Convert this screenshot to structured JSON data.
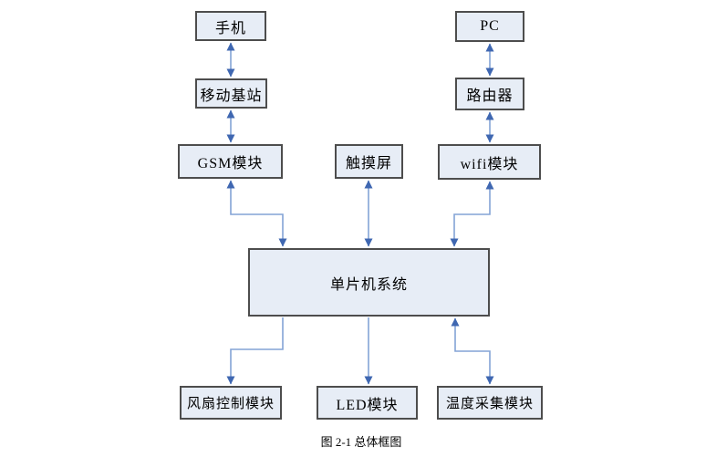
{
  "diagram": {
    "caption": "图 2-1 总体框图",
    "nodes": [
      {
        "id": "phone",
        "label": "手机"
      },
      {
        "id": "pc",
        "label": "PC"
      },
      {
        "id": "base-station",
        "label": "移动基站"
      },
      {
        "id": "router",
        "label": "路由器"
      },
      {
        "id": "gsm-module",
        "label": "GSM模块"
      },
      {
        "id": "touch-screen",
        "label": "触摸屏"
      },
      {
        "id": "wifi-module",
        "label": "wifi模块"
      },
      {
        "id": "mcu-system",
        "label": "单片机系统"
      },
      {
        "id": "fan-control-module",
        "label": "风扇控制模块"
      },
      {
        "id": "led-module",
        "label": "LED模块"
      },
      {
        "id": "temperature-module",
        "label": "温度采集模块"
      }
    ],
    "connections": [
      {
        "from": "手机",
        "to": "移动基站",
        "direction": "bidirectional",
        "shape": "straight"
      },
      {
        "from": "PC",
        "to": "路由器",
        "direction": "bidirectional",
        "shape": "straight"
      },
      {
        "from": "移动基站",
        "to": "GSM模块",
        "direction": "bidirectional",
        "shape": "straight"
      },
      {
        "from": "路由器",
        "to": "wifi模块",
        "direction": "bidirectional",
        "shape": "straight"
      },
      {
        "from": "GSM模块",
        "to": "单片机系统",
        "direction": "bidirectional",
        "shape": "elbow"
      },
      {
        "from": "触摸屏",
        "to": "单片机系统",
        "direction": "bidirectional",
        "shape": "straight"
      },
      {
        "from": "wifi模块",
        "to": "单片机系统",
        "direction": "bidirectional",
        "shape": "elbow"
      },
      {
        "from": "单片机系统",
        "to": "风扇控制模块",
        "direction": "one-way",
        "shape": "elbow"
      },
      {
        "from": "单片机系统",
        "to": "LED模块",
        "direction": "one-way",
        "shape": "straight"
      },
      {
        "from": "单片机系统",
        "to": "温度采集模块",
        "direction": "bidirectional",
        "shape": "elbow"
      }
    ],
    "colors": {
      "box_fill": "#e7edf6",
      "box_border": "#4d4d4d",
      "arrow_shaft": "#84a3d6",
      "arrow_head": "#3f67b1"
    }
  }
}
